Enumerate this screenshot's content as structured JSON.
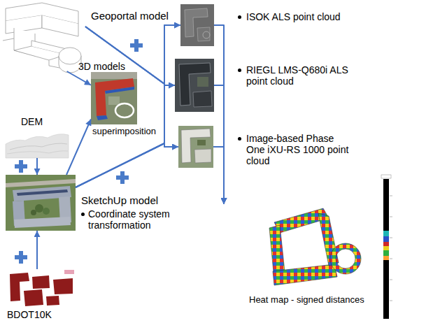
{
  "diagram": {
    "nodes": [
      {
        "text": [
          "Geoportal model"
        ]
      },
      {
        "text": [
          "3D models",
          "superimposition"
        ]
      },
      {
        "text": [
          "DEM"
        ]
      },
      {
        "text": [
          "SketchUp model",
          "Coordinate system transformation"
        ]
      },
      {
        "text": [
          "BDOT10K"
        ]
      },
      {
        "text": [
          "ISOK ALS point cloud"
        ]
      },
      {
        "text": [
          "RIEGL LMS-Q680i ALS point cloud"
        ]
      },
      {
        "text": [
          "Image-based Phase One iXU-RS 1000 point cloud"
        ]
      },
      {
        "text": [
          "Heat map - signed distances"
        ]
      }
    ],
    "edges": [
      {
        "from": 0,
        "to": 1,
        "arrow": "to"
      },
      {
        "from": 0,
        "to": 5,
        "arrow": "to"
      },
      {
        "from": 0,
        "to": 6,
        "arrow": "to"
      },
      {
        "from": 0,
        "to": 7,
        "arrow": "to"
      },
      {
        "from": 3,
        "to": 1,
        "arrow": "to"
      },
      {
        "from": 3,
        "to": 5,
        "arrow": "to"
      },
      {
        "from": 3,
        "to": 6,
        "arrow": "to"
      },
      {
        "from": 3,
        "to": 7,
        "arrow": "to"
      },
      {
        "from": 2,
        "to": 3,
        "arrow": "to"
      },
      {
        "from": 4,
        "to": 3,
        "arrow": "to"
      },
      {
        "from": 5,
        "to": 8,
        "arrow": "to"
      },
      {
        "from": 6,
        "to": 8,
        "arrow": "to"
      },
      {
        "from": 7,
        "to": 8,
        "arrow": "to"
      }
    ]
  }
}
